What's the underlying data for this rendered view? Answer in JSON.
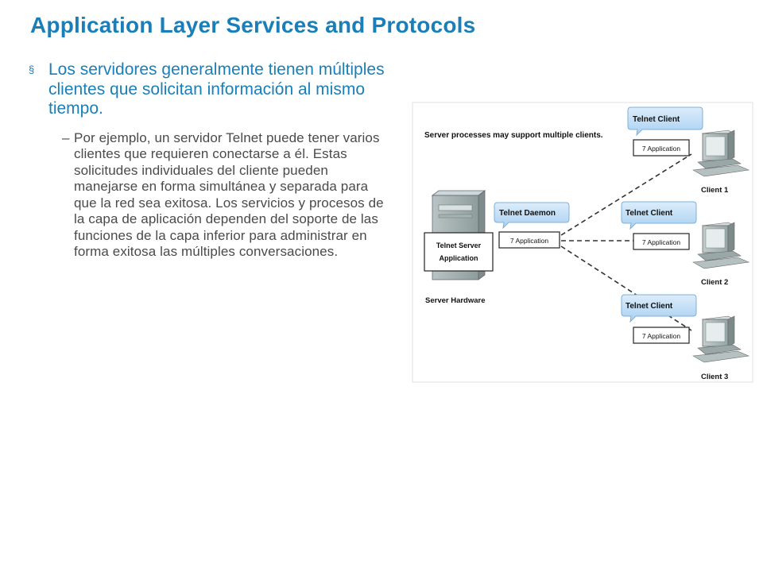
{
  "slide": {
    "title": "Application Layer Services and Protocols",
    "bullet": "Los servidores generalmente tienen múltiples clientes que solicitan información al mismo tiempo.",
    "bullet_marker": "§",
    "sub_dash": "–",
    "sub_text": "Por ejemplo, un servidor Telnet puede tener varios clientes que requieren conectarse a él. Estas solicitudes individuales del cliente pueden manejarse en forma simultánea y separada para que la red sea exitosa. Los servicios y procesos de la capa de aplicación dependen del soporte de las funciones de la capa inferior para administrar en forma exitosa las múltiples conversaciones."
  },
  "diagram": {
    "caption": "Server processes may support multiple clients.",
    "server": {
      "box_line1": "Telnet Server",
      "box_line2": "Application",
      "daemon_label": "Telnet Daemon",
      "layer_label": "7 Application",
      "hardware_label": "Server Hardware",
      "icon": "server-tower-icon"
    },
    "clients": [
      {
        "bubble_label": "Telnet Client",
        "layer_label": "7 Application",
        "name": "Client 1",
        "icon": "computer-icon"
      },
      {
        "bubble_label": "Telnet Client",
        "layer_label": "7 Application",
        "name": "Client 2",
        "icon": "computer-icon"
      },
      {
        "bubble_label": "Telnet Client",
        "layer_label": "7 Application",
        "name": "Client 3",
        "icon": "computer-icon"
      }
    ],
    "colors": {
      "title": "#1a7fb8",
      "bubble": "#bcdcf6",
      "bubble_border": "#7fb0d8",
      "body_text": "#4a4a4a"
    }
  }
}
